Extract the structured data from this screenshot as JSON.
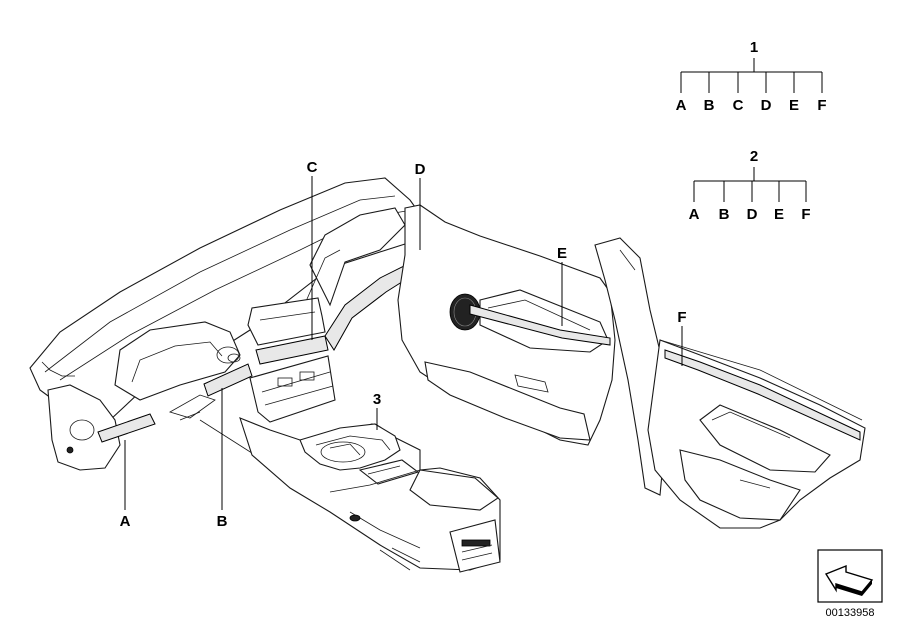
{
  "tree1": {
    "root": "1",
    "children": [
      "A",
      "B",
      "C",
      "D",
      "E",
      "F"
    ]
  },
  "tree2": {
    "root": "2",
    "children": [
      "A",
      "B",
      "D",
      "E",
      "F"
    ]
  },
  "callouts": {
    "A": "A",
    "B": "B",
    "C": "C",
    "D": "D",
    "E": "E",
    "F": "F",
    "three": "3"
  },
  "diagram_code": "00133958"
}
